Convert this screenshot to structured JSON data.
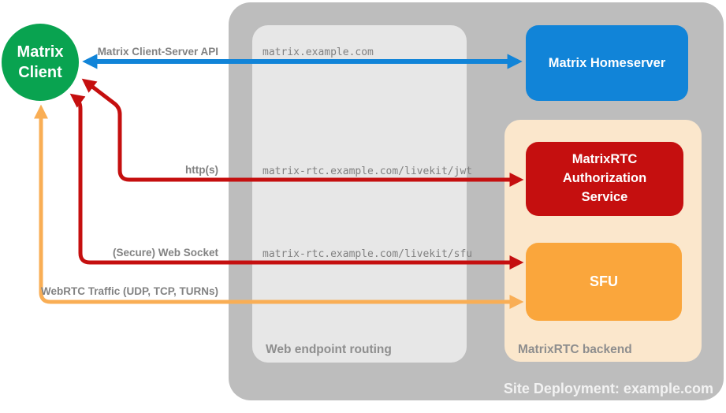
{
  "nodes": {
    "matrix_client": {
      "line1": "Matrix",
      "line2": "Client",
      "color": "#09a350"
    },
    "matrix_homeserver": {
      "label": "Matrix Homeserver",
      "color": "#1184d8"
    },
    "matrixrtc_auth_service": {
      "line1": "MatrixRTC",
      "line2": "Authorization",
      "line3": "Service",
      "color": "#c50f0f"
    },
    "sfu": {
      "label": "SFU",
      "color": "#faa63c"
    }
  },
  "panels": {
    "site_deployment": {
      "label": "Site Deployment: example.com",
      "color": "#bdbdbd"
    },
    "web_endpoint_routing": {
      "label": "Web endpoint routing",
      "color": "#e7e7e7",
      "endpoints": [
        "matrix.example.com",
        "matrix-rtc.example.com/livekit/jwt",
        "matrix-rtc.example.com/livekit/sfu"
      ]
    },
    "matrixrtc_backend": {
      "label": "MatrixRTC backend",
      "color": "#fbe7cc"
    }
  },
  "arrows": {
    "client_server_api": {
      "label": "Matrix Client-Server API",
      "color": "#1184d8",
      "direction": "bidirectional"
    },
    "https": {
      "label": "http(s)",
      "color": "#c50f0f",
      "direction": "bidirectional"
    },
    "web_socket": {
      "label": "(Secure) Web Socket",
      "color": "#c50f0f",
      "direction": "bidirectional"
    },
    "webrtc_traffic": {
      "label": "WebRTC Traffic (UDP, TCP, TURNs)",
      "color": "#f9ae55",
      "direction": "bidirectional"
    }
  }
}
